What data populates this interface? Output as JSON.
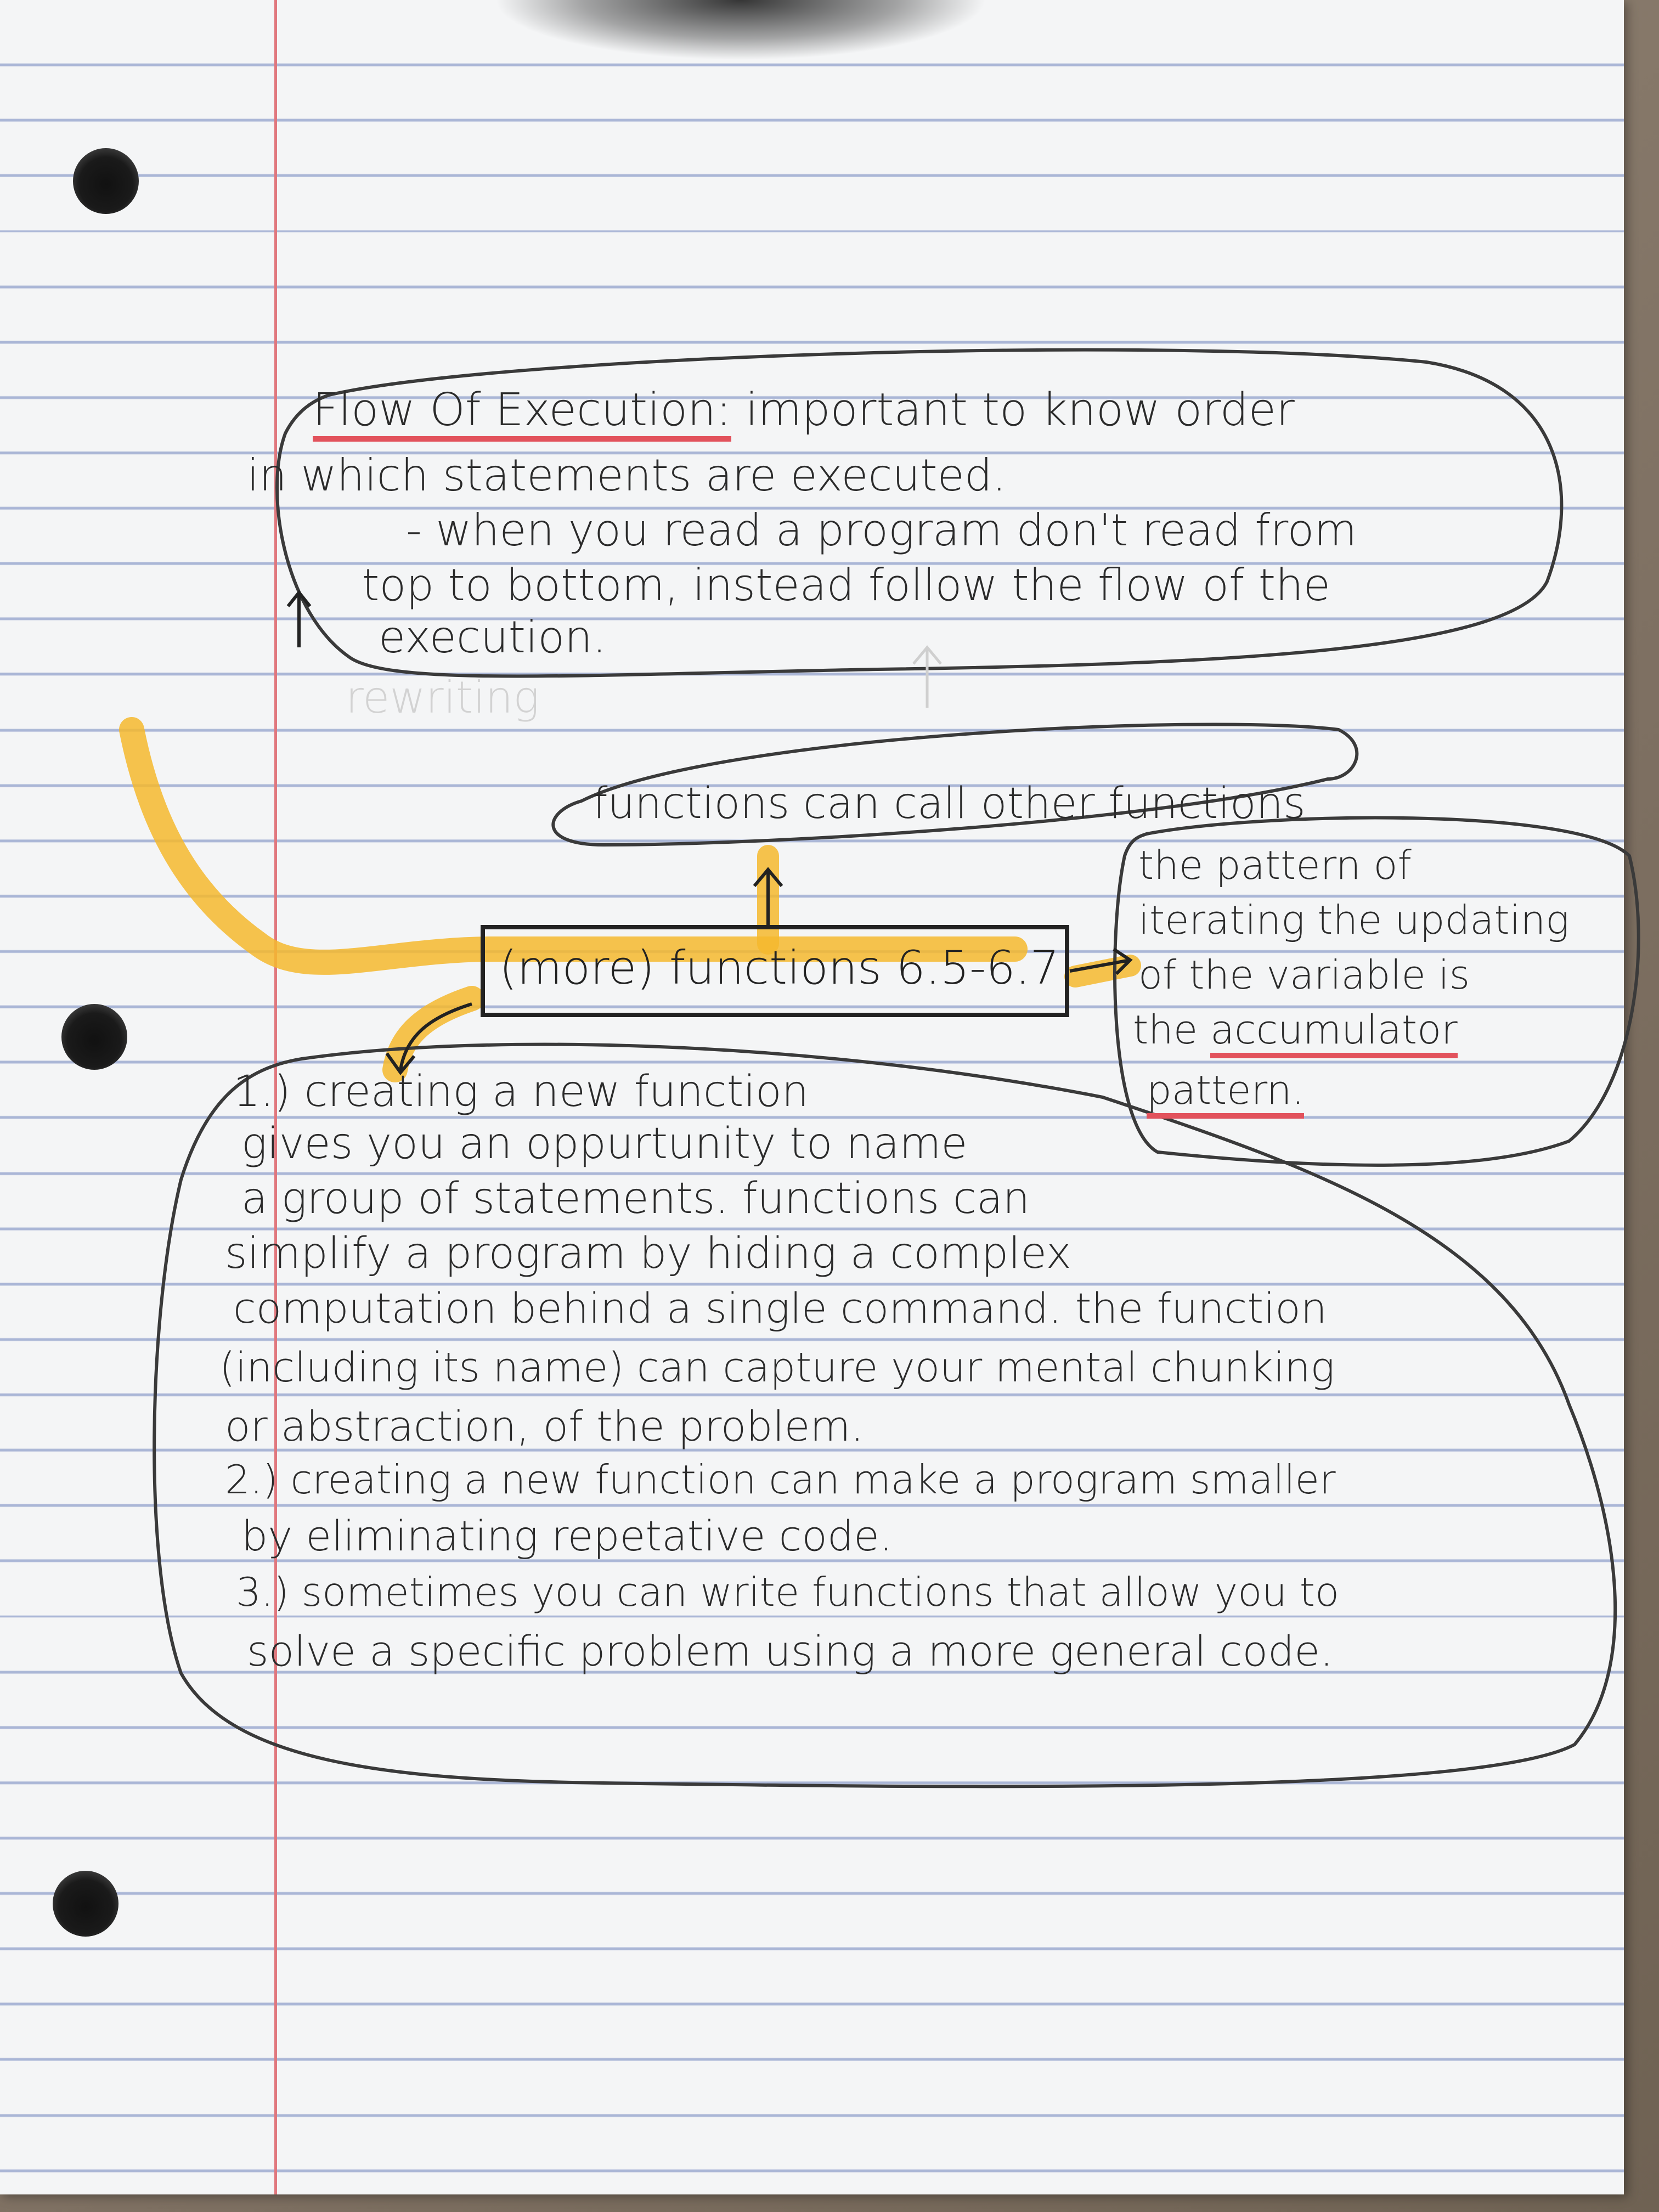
{
  "notes": {
    "flow_heading": "Flow Of Execution:",
    "flow_lines": [
      "important  to  know  order",
      "in which statements are executed.",
      "- when you read a program don't read from",
      "top to bottom, instead follow the flow of the",
      "execution."
    ],
    "faded_text": "rewriting",
    "call_note": "functions can call other functions",
    "center_box": "(more) functions 6.5-6.7",
    "accumulator_lines": [
      "the pattern of",
      "iterating the updating",
      "of the variable is",
      "the",
      "accumulator",
      "pattern."
    ],
    "main_lines": [
      "1.) creating a new function",
      "gives you an oppurtunity to name",
      "a group of statements. functions can",
      "simplify a program by hiding a complex",
      "computation behind a single command. the function",
      "(including its name) can capture your mental chunking",
      "or abstraction, of the problem.",
      "2.) creating a new function can make a program smaller",
      "by eliminating repetative code.",
      "3.) sometimes you can write functions that allow you to",
      "solve a specific problem using a more general code."
    ]
  },
  "colors": {
    "ink": "#2b2b2b",
    "highlighter": "#f5b82e",
    "red_pen": "#e2525c",
    "paper_rules": "#aab6d6",
    "margin": "#e0787e"
  }
}
